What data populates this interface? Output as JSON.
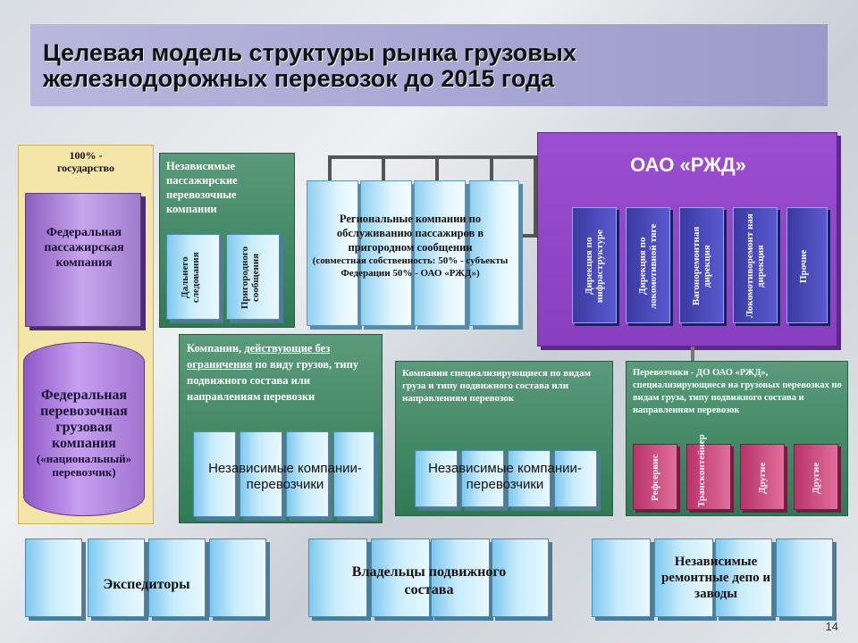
{
  "title": {
    "line1": "Целевая модель структуры рынка грузовых",
    "line2": "железнодорожных перевозок до 2015 года"
  },
  "state_panel": {
    "header": "100% - государство",
    "fpk": "Федеральная пассажирская компания",
    "fgk": "Федеральная перевозочная грузовая компания",
    "fgk_sub": "(«национальный» перевозчик)"
  },
  "passenger_independent": {
    "header": "Независимые пассажирские перевозочные компании",
    "items": [
      "Дальнего следования",
      "Пригородного сообщения"
    ]
  },
  "regional": {
    "main": "Региональные компании по обслуживанию пассажиров в пригородном сообщении",
    "sub": "(совместная собственность: 50% - субъекты Федерации 50% - ОАО «РЖД»)"
  },
  "rzd": {
    "title": "ОАО «РЖД»",
    "directorates": [
      "Дирекция по инфраструктуре",
      "Дирекция по локомотивной тяге",
      "Вагоноремонтная дирекция",
      "Локомотиворемонт ная дирекция",
      "Прочие"
    ]
  },
  "unrestricted": {
    "header_pre": "Компании, ",
    "header_link": "действующие без ограничения",
    "header_post": " по виду грузов, типу подвижного состава или направлениям перевозки",
    "label": "Независимые компании-перевозчики"
  },
  "specialized": {
    "header": "Компании специализирующиеся по видам груза и типу подвижного состава или направлениям перевозок",
    "label": "Независимые компании-перевозчики"
  },
  "rzd_carriers": {
    "header": "Перевозчики - ДО ОАО «РЖД», специализирующиеся на грузовых перевозках по видам груза, типу подвижного состава и направлениям перевозок",
    "items": [
      "Рефсервис",
      "Трансконтейнер",
      "Другие",
      "Другие"
    ]
  },
  "bottom": {
    "forwarders": "Экспедиторы",
    "owners": "Владельцы подвижного состава",
    "repair": "Независимые ремонтные депо и заводы"
  },
  "page_number": "14"
}
